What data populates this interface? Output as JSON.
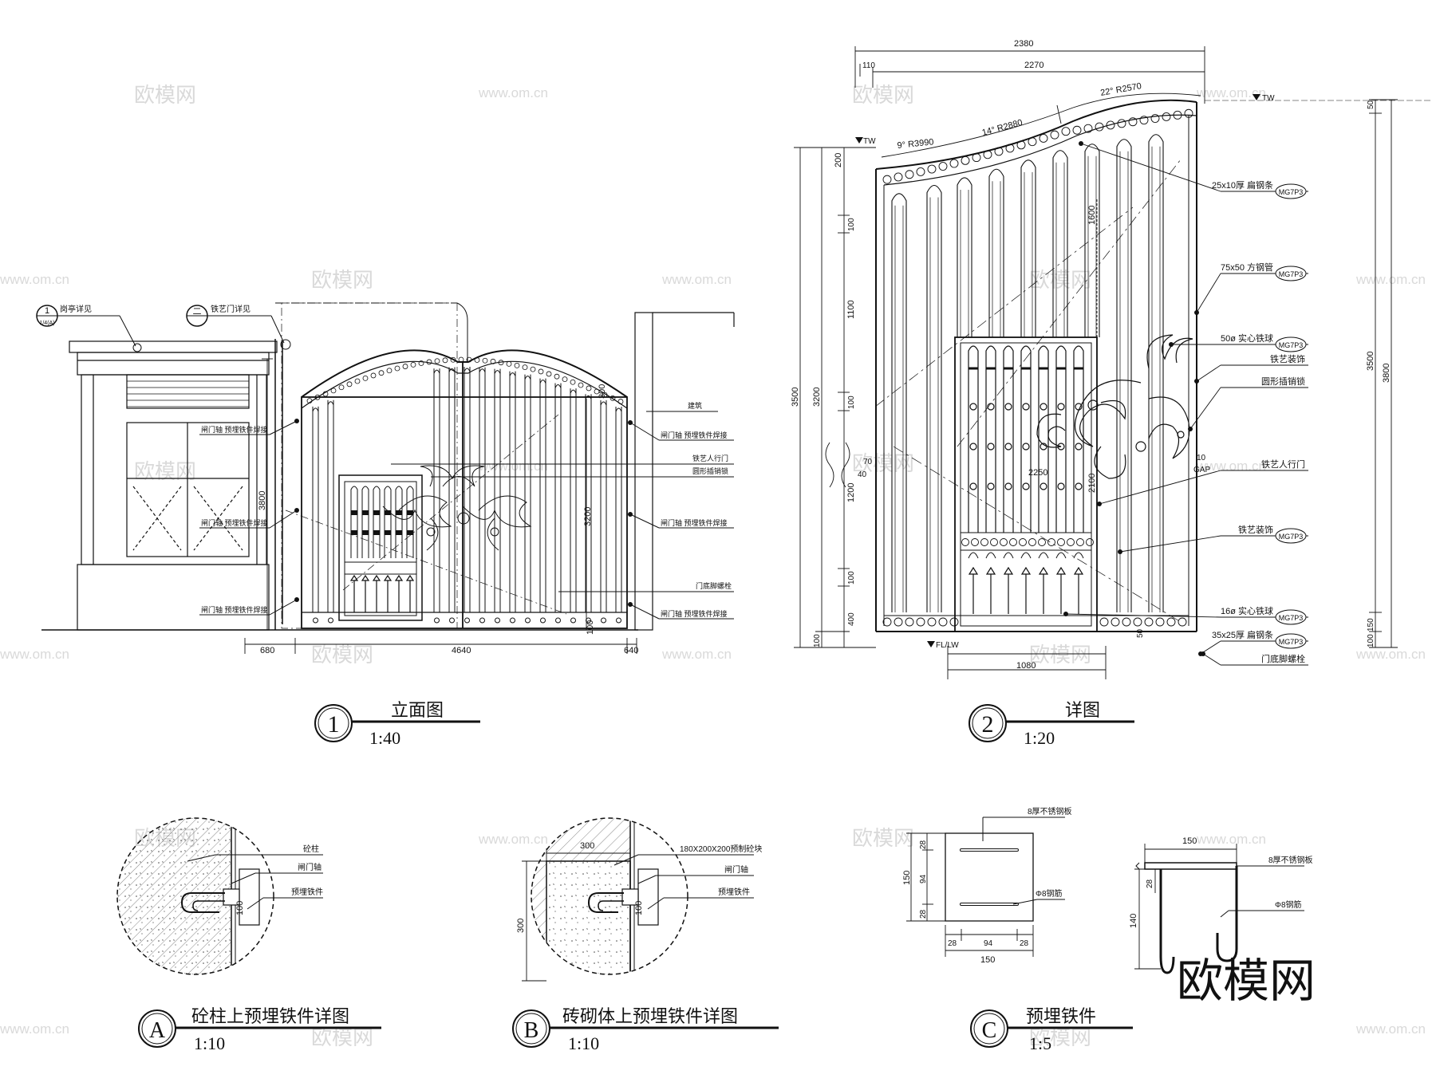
{
  "watermark": {
    "cn": "欧模网",
    "url": "www.om.cn"
  },
  "drawing1": {
    "index": "1",
    "title": "立面图",
    "scale": "1:40",
    "callouts": [
      {
        "num": "1",
        "sub": "1/4(A)",
        "text": "岗亭详见"
      },
      {
        "num": "二",
        "text": "铁艺门详见"
      }
    ],
    "left_labels": [
      "闸门轴  预埋铁件焊接",
      "闸门轴  预埋铁件焊接",
      "闸门轴  预埋铁件焊接"
    ],
    "right_labels": [
      "建筑",
      "闸门轴  预埋铁件焊接",
      "铁艺人行门",
      "圆形插销锁",
      "闸门轴  预埋铁件焊接",
      "门底脚螺栓",
      "闸门轴  预埋铁件焊接"
    ],
    "dims": {
      "left": "680",
      "width": "4640",
      "right": "640",
      "height": "3800",
      "inner": "3200",
      "top": "300",
      "bottom": "100"
    }
  },
  "drawing2": {
    "index": "2",
    "title": "详图",
    "scale": "1:20",
    "dims_top": {
      "overall": "2380",
      "inner": "2270",
      "offset": "110"
    },
    "arcs": [
      "9° R3990",
      "14° R2880",
      "22° R2570"
    ],
    "levels": {
      "tw": "TW",
      "fl": "FL/LW"
    },
    "left_dims": {
      "d3500": "3500",
      "d3200": "3200",
      "d200": "200",
      "d100a": "100",
      "d1100": "1100",
      "d100b": "100",
      "d1200": "1200",
      "d100c": "100",
      "d400": "400",
      "d100d": "100",
      "d70": "70",
      "d40": "40"
    },
    "right_dims": {
      "d3500": "3500",
      "d3800": "3800",
      "d50": "50",
      "d150": "150",
      "d100": "100"
    },
    "inner_dims": {
      "d1600": "1600",
      "d2250": "2250",
      "d2100": "2100",
      "d1080": "1080",
      "gap": "10",
      "gap_label": "GAP",
      "d50": "50"
    },
    "labels": [
      {
        "text": "25x10厚  扁钢条",
        "tag": "MG7P3"
      },
      {
        "text": "75x50  方钢管",
        "tag": "MG7P3"
      },
      {
        "text": "50ø  实心铁球",
        "tag": "MG7P3"
      },
      {
        "text": "铁艺装饰",
        "tag": ""
      },
      {
        "text": "圆形插销锁",
        "tag": ""
      },
      {
        "text": "铁艺人行门",
        "tag": ""
      },
      {
        "text": "铁艺装饰",
        "tag": "MG7P3"
      },
      {
        "text": "16ø  实心铁球",
        "tag": "MG7P3"
      },
      {
        "text": "35x25厚  扁钢条",
        "tag": "MG7P3"
      },
      {
        "text": "门底脚螺栓",
        "tag": ""
      }
    ]
  },
  "detailA": {
    "index": "A",
    "title": "砼柱上预埋铁件详图",
    "scale": "1:10",
    "labels": [
      "砼柱",
      "闸门轴",
      "预埋铁件"
    ],
    "dim": "100"
  },
  "detailB": {
    "index": "B",
    "title": "砖砌体上预埋铁件详图",
    "scale": "1:10",
    "labels": [
      "180X200X200预制砼块",
      "闸门轴",
      "预埋铁件"
    ],
    "dims": {
      "top": "300",
      "left": "300",
      "pin": "100"
    }
  },
  "detailC": {
    "index": "C",
    "title": "预埋铁件",
    "scale": "1:5",
    "labels": [
      "8厚不锈钢板",
      "Φ8钢筋",
      "8厚不锈钢板",
      "Φ8钢筋"
    ],
    "plan_dims": {
      "a": "28",
      "b": "94",
      "c": "28",
      "h": "150",
      "w": "150",
      "wa": "28",
      "wb": "94",
      "wc": "28"
    },
    "section_dims": {
      "top": "150",
      "h": "140",
      "small": "28"
    }
  }
}
